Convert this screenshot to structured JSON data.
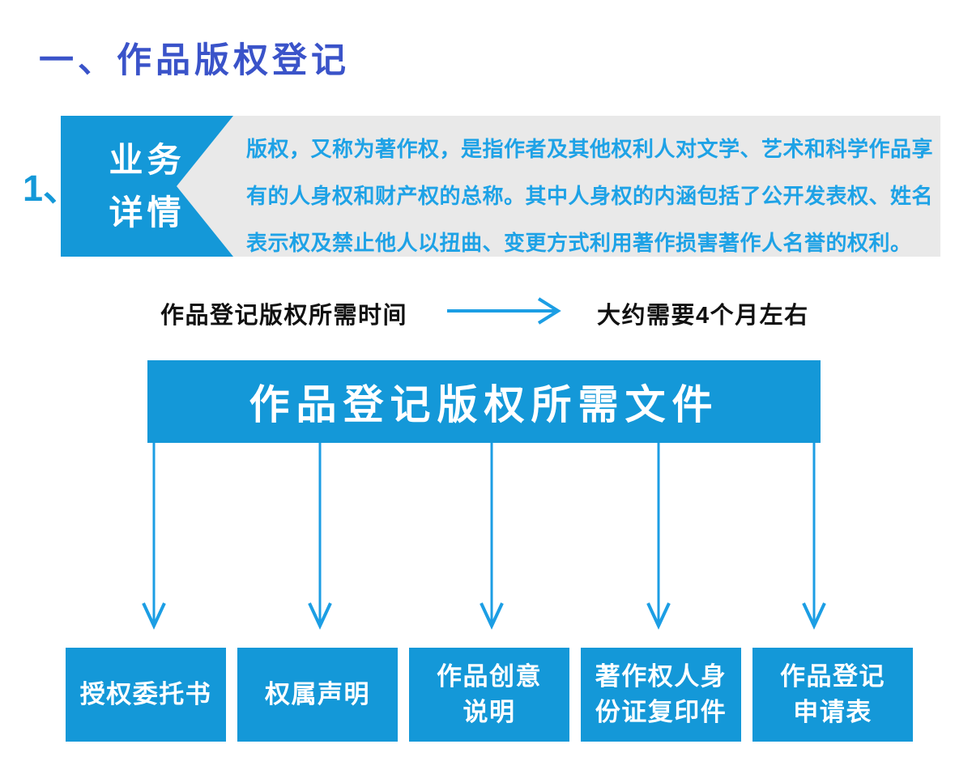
{
  "page": {
    "title": "一、作品版权登记",
    "item_number": "1、"
  },
  "business_detail": {
    "label": "业务\n详情",
    "description_lines": [
      "版权，又称为著作权，是指作者及其他权利人对文学、艺术和科学作品享",
      "有的人身权和财产权的总称。其中人身权的内涵包括了公开发表权、姓名",
      "表示权及禁止他人以扭曲、变更方式利用著作损害著作人名誉的权利。"
    ]
  },
  "time_info": {
    "label": "作品登记版权所需时间",
    "value": "大约需要4个月左右"
  },
  "documents": {
    "banner": "作品登记版权所需文件",
    "items": [
      {
        "label": "授权委托书"
      },
      {
        "label": "权属声明"
      },
      {
        "label": "作品创意\n说明"
      },
      {
        "label": "著作权人身\n份证复印件"
      },
      {
        "label": "作品登记\n申请表"
      }
    ]
  },
  "icons": {
    "time_arrow": "right-arrow",
    "document_arrows": "down-arrow"
  },
  "colors": {
    "primary_blue": "#1498D8",
    "arrow_blue": "#1C9EE4",
    "text_blue": "#1EA2E6",
    "title_blue": "#3A53C9",
    "box_gray": "#E9E9E9",
    "text_black": "#111111"
  }
}
